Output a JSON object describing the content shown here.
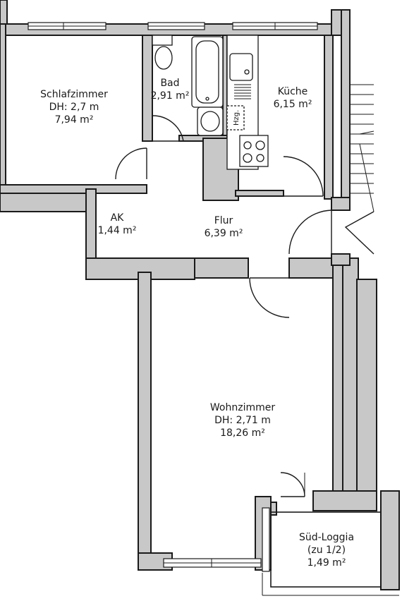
{
  "rooms": {
    "schlafzimmer": {
      "name": "Schlafzimmer",
      "height": "DH: 2,7 m",
      "area": "7,94 m²"
    },
    "bad": {
      "name": "Bad",
      "area": "2,91 m²"
    },
    "kueche": {
      "name": "Küche",
      "area": "6,15 m²"
    },
    "ak": {
      "name": "AK",
      "area": "1,44 m²"
    },
    "flur": {
      "name": "Flur",
      "area": "6,39 m²"
    },
    "wohnzimmer": {
      "name": "Wohnzimmer",
      "height": "DH: 2,71 m",
      "area": "18,26 m²"
    },
    "loggia": {
      "name": "Süd-Loggia",
      "note": "(zu 1/2)",
      "area": "1,49 m²"
    }
  },
  "fixtures": {
    "heater_label": "Hzg."
  }
}
